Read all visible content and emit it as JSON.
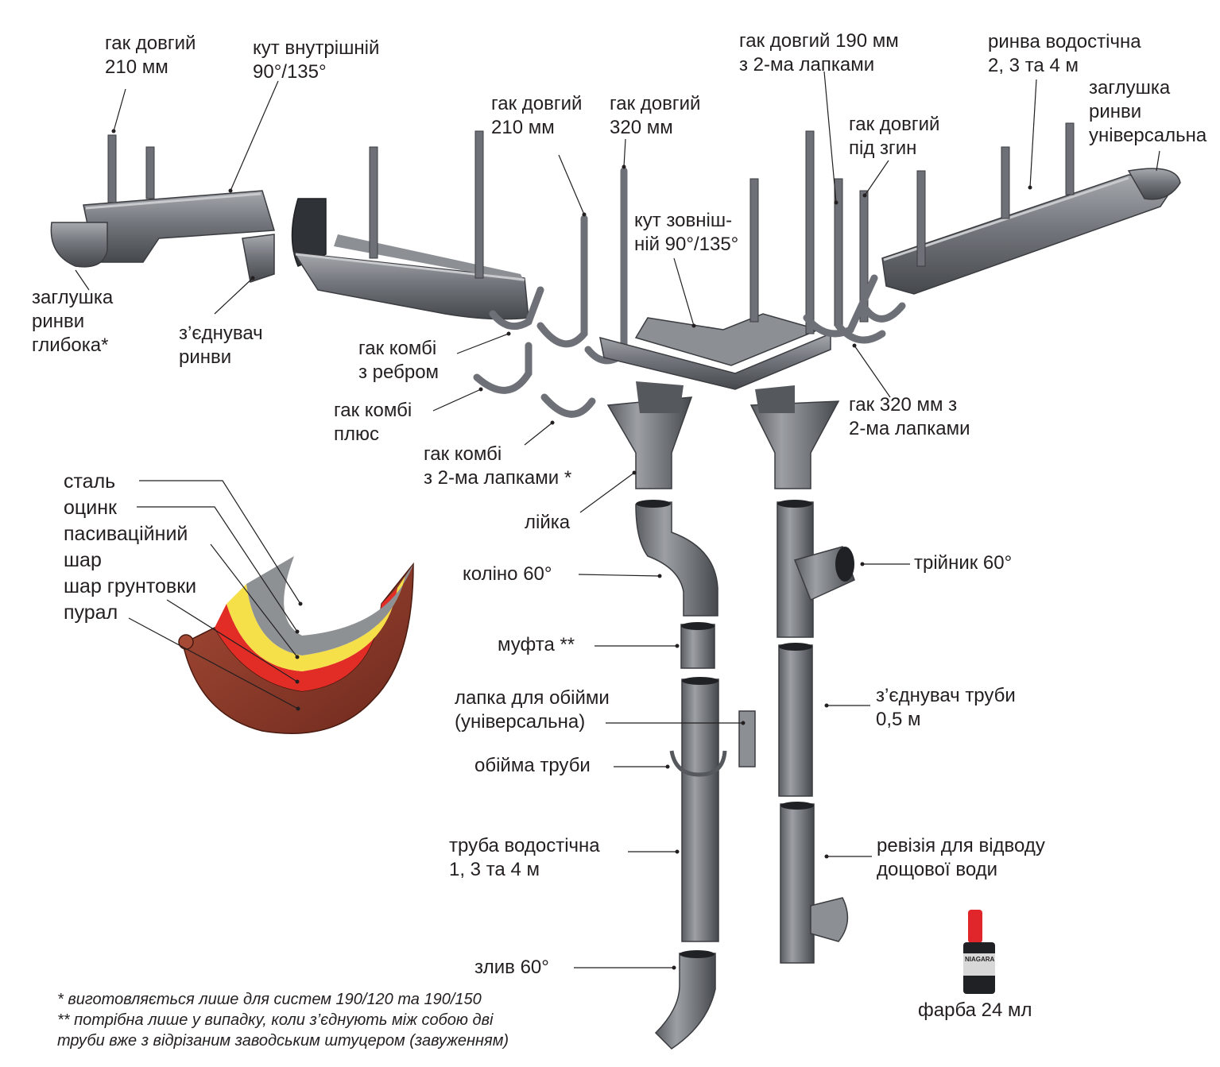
{
  "labels": {
    "hook_long_210_left": [
      "гак довгий",
      "210 мм"
    ],
    "inner_corner": [
      "кут внутрішній",
      "90°/135°"
    ],
    "hook_long_190_2tabs": [
      "гак довгий 190 мм",
      "з 2-ма лапками"
    ],
    "gutter": [
      "ринва водостічна",
      "2, 3 та 4 м"
    ],
    "end_cap_universal": [
      "заглушка",
      "ринви",
      "універсальна"
    ],
    "hook_long_210_mid": [
      "гак довгий",
      "210 мм"
    ],
    "hook_long_320": [
      "гак довгий",
      "320 мм"
    ],
    "hook_long_bend": [
      "гак довгий",
      "під згин"
    ],
    "outer_corner": [
      "кут зовніш-",
      "ній 90°/135°"
    ],
    "end_cap_deep": [
      "заглушка",
      "ринви",
      "глибока*"
    ],
    "gutter_connector": [
      "з’єднувач",
      "ринви"
    ],
    "hook_combi_rib": [
      "гак комбі",
      "з ребром"
    ],
    "hook_combi_plus": [
      "гак комбі",
      "плюс"
    ],
    "hook_combi_2tabs": [
      "гак комбі",
      "з 2-ма лапками *"
    ],
    "hook_320_2tabs": [
      "гак 320 мм з",
      "2-ма лапками"
    ],
    "outlet": [
      "лійка"
    ],
    "elbow": [
      "коліно 60°"
    ],
    "tee": [
      "трійник 60°"
    ],
    "coupling": [
      "муфта **"
    ],
    "bracket_tab": [
      "лапка для обійми",
      "(універсальна)"
    ],
    "pipe_connector": [
      "з’єднувач труби",
      "0,5 м"
    ],
    "pipe_clamp": [
      "обійма труби"
    ],
    "downpipe": [
      "труба водостічна",
      "1, 3 та 4 м"
    ],
    "inspection": [
      "ревізія для відводу",
      "дощової води"
    ],
    "drain_outlet": [
      "злив 60°"
    ],
    "paint": [
      "фарба 24 мл"
    ]
  },
  "layers": [
    "сталь",
    "оцинк",
    "пасиваційний",
    "шар",
    "шар грунтовки",
    "пурал"
  ],
  "footnotes": [
    "* виготовляється лише для систем 190/120 та 190/150",
    "** потрібна лише у випадку, коли з’єднують між собою дві",
    "труби вже з відрізаним заводським штуцером (завуженням)"
  ],
  "paint_brand": "NIAGARA",
  "colors": {
    "metal": "#6d7076",
    "metal_light": "#9a9ca1",
    "metal_dark": "#3f4246",
    "steel": "#8e9194",
    "zinc": "#f6e04a",
    "passivation": "#f2b53a",
    "primer": "#e22c26",
    "pural": "#8b3b2a"
  }
}
